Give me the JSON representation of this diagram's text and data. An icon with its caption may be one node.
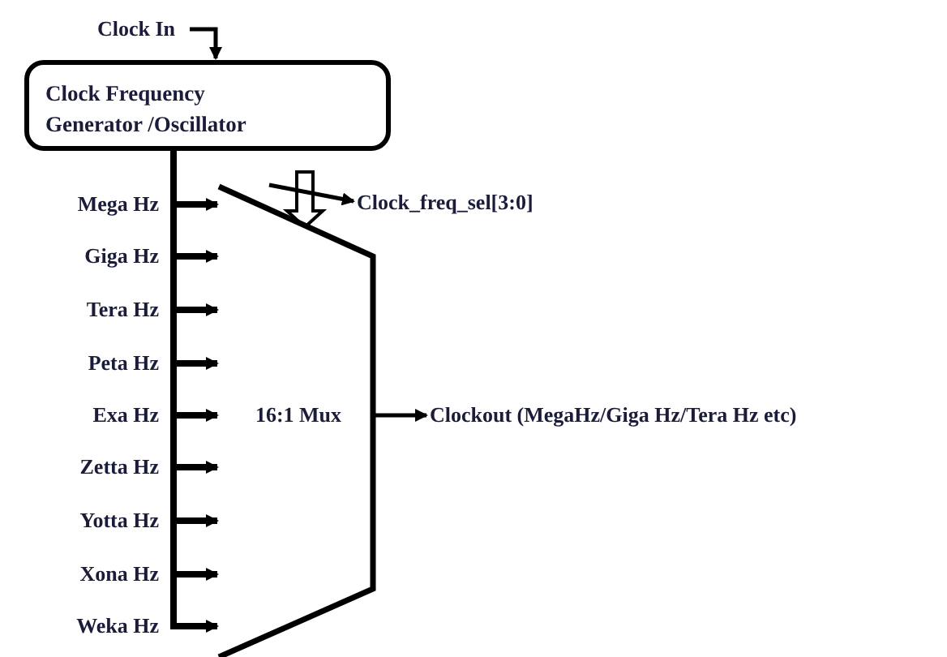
{
  "diagram": {
    "nodes": [
      {
        "text": [
          "Clock In"
        ]
      },
      {
        "text": [
          "Clock Frequency Generator /Oscillator"
        ]
      },
      {
        "text": [
          "16:1 Mux"
        ]
      },
      {
        "text": [
          "Clock_freq_sel[3:0]"
        ]
      },
      {
        "text": [
          "Clockout (MegaHz/Giga Hz/Tera Hz etc)"
        ]
      }
    ],
    "edges": [
      {
        "from": 0,
        "to": 1,
        "arrow": "to"
      },
      {
        "from": 1,
        "to": 2,
        "arrow": "to",
        "label": "Mega Hz"
      },
      {
        "from": 1,
        "to": 2,
        "arrow": "to",
        "label": "Giga Hz"
      },
      {
        "from": 1,
        "to": 2,
        "arrow": "to",
        "label": "Tera Hz"
      },
      {
        "from": 1,
        "to": 2,
        "arrow": "to",
        "label": "Peta Hz"
      },
      {
        "from": 1,
        "to": 2,
        "arrow": "to",
        "label": "Exa Hz"
      },
      {
        "from": 1,
        "to": 2,
        "arrow": "to",
        "label": "Zetta Hz"
      },
      {
        "from": 1,
        "to": 2,
        "arrow": "to",
        "label": "Yotta Hz"
      },
      {
        "from": 1,
        "to": 2,
        "arrow": "to",
        "label": "Xona Hz"
      },
      {
        "from": 1,
        "to": 2,
        "arrow": "to",
        "label": "Weka Hz"
      },
      {
        "from": null,
        "to": 2,
        "arrow": "to",
        "style": "thick"
      },
      {
        "from": null,
        "to": 3,
        "arrow": "to"
      },
      {
        "from": 2,
        "to": 4,
        "arrow": "to"
      }
    ]
  }
}
